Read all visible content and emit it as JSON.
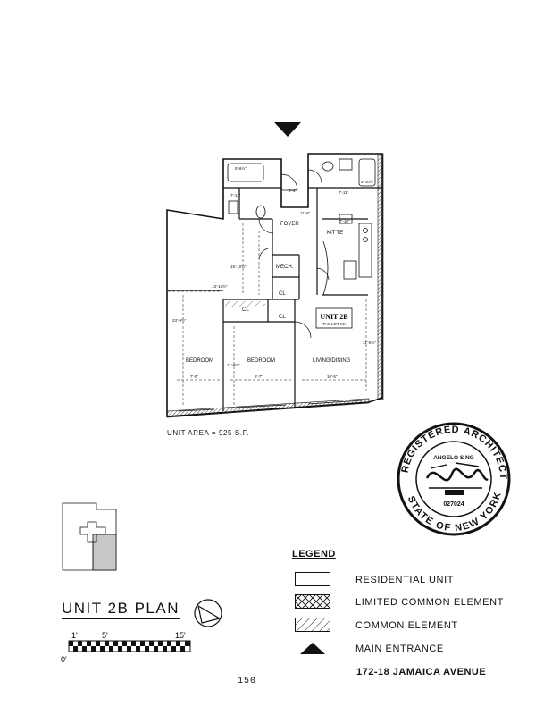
{
  "plan": {
    "unit_label": "UNIT 2B",
    "tax_lot": "TAX LOT XX",
    "rooms": {
      "foyer": "FOYER",
      "kitchen": "KIT'TE",
      "mech": "MECH.",
      "closet_a": "CL",
      "closet_b": "CL",
      "closet_c": "CL",
      "bedroom_1": "BEDROOM",
      "bedroom_2": "BEDROOM",
      "living": "LIVING/DINING"
    },
    "dimensions": {
      "bath1_width": "5'-8½\"",
      "bath1_depth": "7'-11\"",
      "foyer_width": "5'-4\"",
      "foyer_depth": "11'-6\"",
      "bath2_width": "7'-11\"",
      "bath2_depth": "5'-10½\"",
      "kitchen_width": "7'-10\"",
      "hall_length": "15'-10½\"",
      "bedroom1_width_top": "13'-10½\"",
      "bedroom1_depth": "23'-9½\"",
      "bedroom1_width": "7'-0\"",
      "bedroom2_depth": "11'-8½\"",
      "bedroom2_width": "8'-7\"",
      "living_depth": "11'-5½\"",
      "living_width": "10'-5\""
    },
    "unit_area": "UNIT AREA = 925 S.F."
  },
  "title": "UNIT 2B PLAN",
  "scale": {
    "labels": [
      "1'",
      "5'",
      "15'"
    ],
    "zero": "0'"
  },
  "legend": {
    "title": "LEGEND",
    "items": [
      {
        "label": "RESIDENTIAL UNIT",
        "pattern": "blank"
      },
      {
        "label": "LIMITED COMMON ELEMENT",
        "pattern": "crosshatch"
      },
      {
        "label": "COMMON ELEMENT",
        "pattern": "diagonal"
      },
      {
        "label": "MAIN ENTRANCE",
        "pattern": "triangle"
      }
    ]
  },
  "address": "172-18 JAMAICA AVENUE",
  "page_number": "150",
  "stamp": {
    "top_text": "REGISTERED ARCHITECT",
    "bottom_text": "STATE OF NEW YORK",
    "name": "ANGELO S NG",
    "license": "027024"
  },
  "colors": {
    "ink": "#111111",
    "key_fill": "#c8c8c8"
  }
}
